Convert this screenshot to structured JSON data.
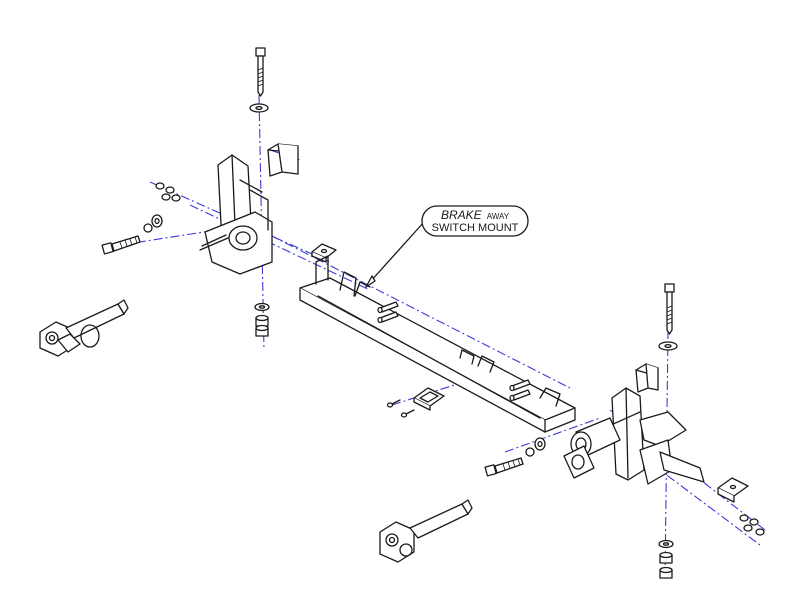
{
  "callout": {
    "line1_emphasis": "BRAKE",
    "line1_rest": "AWAY",
    "line2": "SWITCH MOUNT"
  },
  "colors": {
    "line_art": "#1a1a1a",
    "center_lines": "#3c3cd8",
    "background": "#ffffff"
  }
}
